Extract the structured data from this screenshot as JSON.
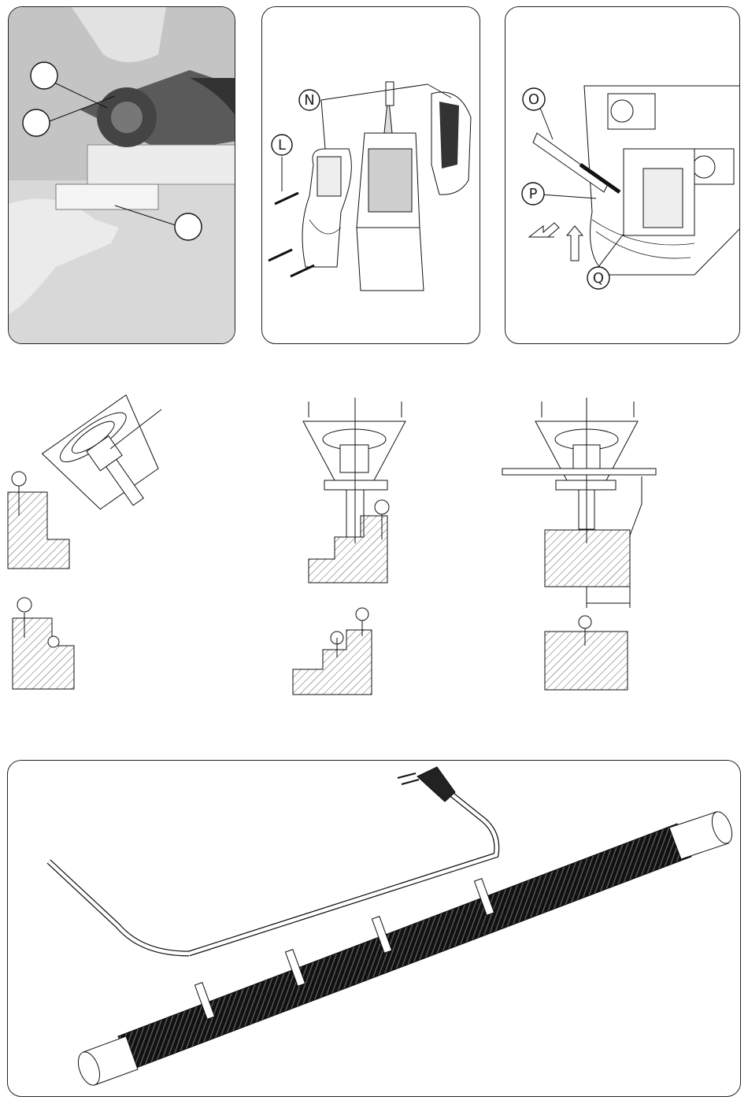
{
  "panels": {
    "photo": {
      "callouts": [
        "",
        "",
        ""
      ]
    },
    "exploded": {
      "labels": {
        "n": "N",
        "l": "L"
      }
    },
    "detail": {
      "labels": {
        "o": "O",
        "p": "P",
        "q": "Q"
      }
    }
  },
  "colors": {
    "line": "#111111",
    "hatch": "#333333",
    "photo_bg": "#bdbdbd",
    "hose": "#1a1a1a"
  },
  "icons": [
    "arrow-left-icon",
    "arrow-up-icon"
  ]
}
